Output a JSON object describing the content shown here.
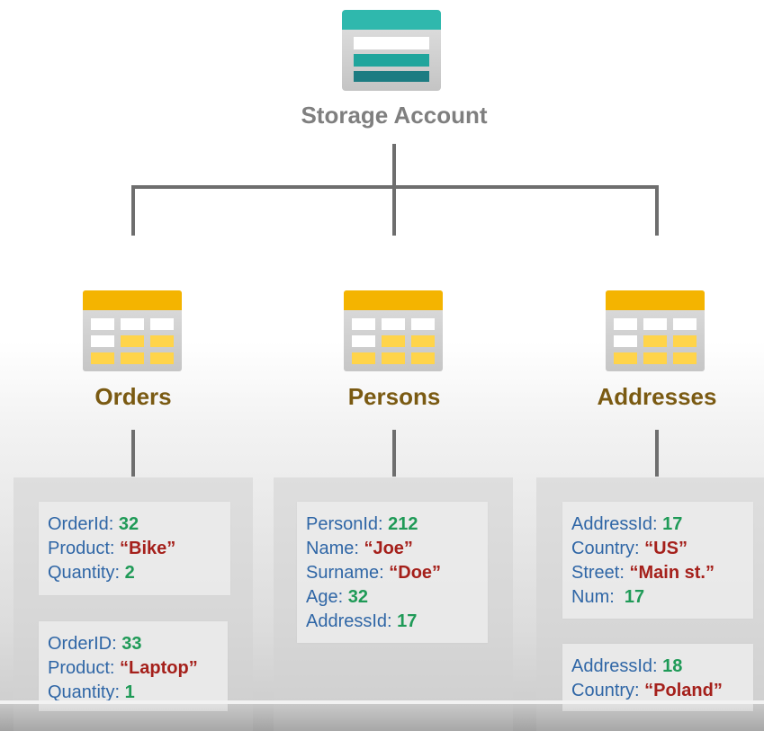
{
  "root": {
    "label": "Storage Account",
    "colors": {
      "band_top": "#2fb8ad",
      "band_mid": "#20a59c",
      "band_dark": "#1d7c82",
      "body": "#d5d5d5"
    }
  },
  "colors": {
    "key": "#2f66a6",
    "number": "#1f9a57",
    "string": "#a5201b",
    "table_label": "#7a5a12",
    "table_header": "#f4b400",
    "table_cell": "#ffd44a"
  },
  "tables": [
    {
      "label": "Orders",
      "entities": [
        [
          {
            "key": "OrderId: ",
            "value": "32",
            "kind": "number"
          },
          {
            "key": "Product: ",
            "value": "“Bike”",
            "kind": "string"
          },
          {
            "key": "Quantity: ",
            "value": "2",
            "kind": "number"
          }
        ],
        [
          {
            "key": "OrderID: ",
            "value": "33",
            "kind": "number"
          },
          {
            "key": "Product: ",
            "value": "“Laptop”",
            "kind": "string"
          },
          {
            "key": "Quantity: ",
            "value": "1",
            "kind": "number"
          }
        ]
      ]
    },
    {
      "label": "Persons",
      "entities": [
        [
          {
            "key": "PersonId: ",
            "value": "212",
            "kind": "number"
          },
          {
            "key": "Name: ",
            "value": "“Joe”",
            "kind": "string"
          },
          {
            "key": "Surname: ",
            "value": "“Doe”",
            "kind": "string"
          },
          {
            "key": "Age: ",
            "value": "32",
            "kind": "number"
          },
          {
            "key": "AddressId: ",
            "value": "17",
            "kind": "number"
          }
        ]
      ]
    },
    {
      "label": "Addresses",
      "entities": [
        [
          {
            "key": "AddressId: ",
            "value": "17",
            "kind": "number"
          },
          {
            "key": "Country: ",
            "value": "“US”",
            "kind": "string"
          },
          {
            "key": "Street: ",
            "value": "“Main st.”",
            "kind": "string"
          },
          {
            "key": "Num:  ",
            "value": "17",
            "kind": "number"
          }
        ],
        [
          {
            "key": "AddressId: ",
            "value": "18",
            "kind": "number"
          },
          {
            "key": "Country: ",
            "value": "“Poland”",
            "kind": "string"
          }
        ]
      ]
    }
  ]
}
